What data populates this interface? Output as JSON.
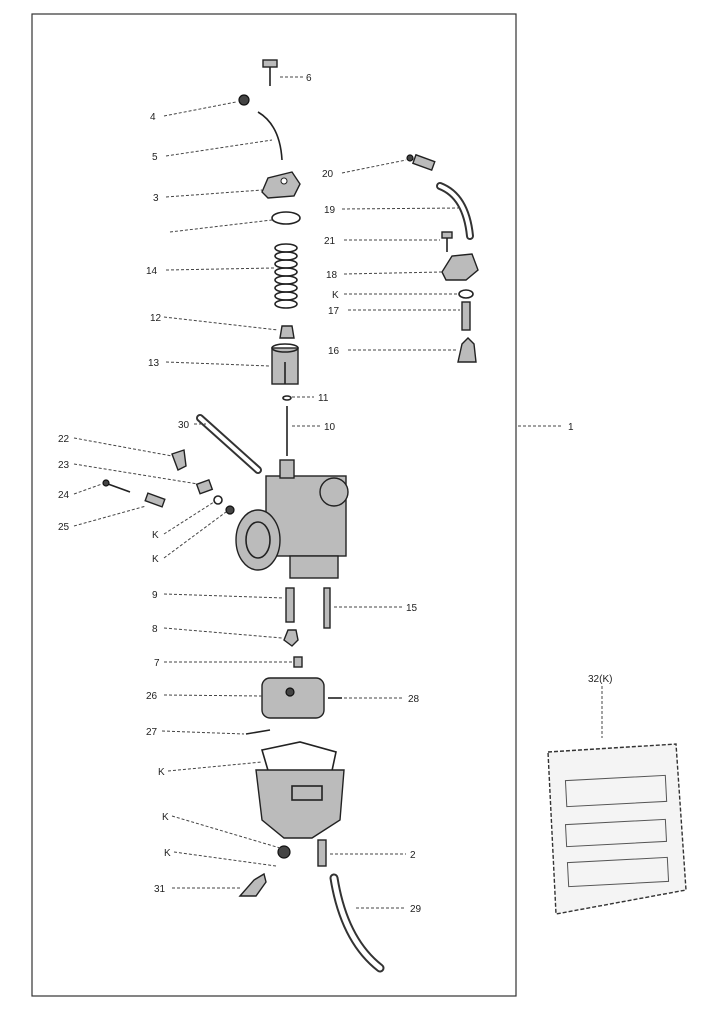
{
  "labels": {
    "p1": "1",
    "p2": "2",
    "p3": "3",
    "p4": "4",
    "p5": "5",
    "p6": "6",
    "p7": "7",
    "p8": "8",
    "p9": "9",
    "p10": "10",
    "p11": "11",
    "p12": "12",
    "p13": "13",
    "p14": "14",
    "p15": "15",
    "p16": "16",
    "p17": "17",
    "p18": "18",
    "p19": "19",
    "p20": "20",
    "p21": "21",
    "p22": "22",
    "p23": "23",
    "p24": "24",
    "p25": "25",
    "p26": "26",
    "p27": "27",
    "p28": "28",
    "p29": "29",
    "p30": "30",
    "p31": "31",
    "p32": "32(K)",
    "k": "K"
  }
}
